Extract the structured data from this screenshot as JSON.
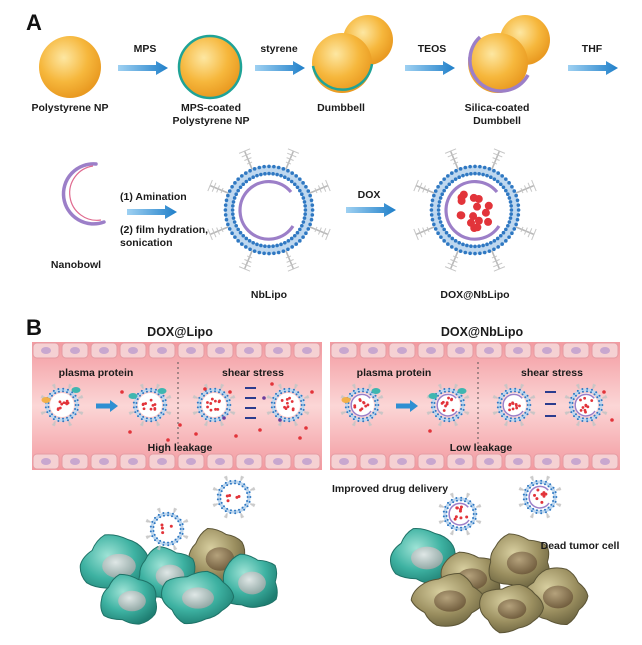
{
  "panel_a": {
    "letter": "A",
    "steps": [
      {
        "label": "Polystyrene NP"
      },
      {
        "label_line1": "MPS-coated",
        "label_line2": "Polystyrene NP"
      },
      {
        "label": "Dumbbell"
      },
      {
        "label_line1": "Silica-coated",
        "label_line2": "Dumbbell"
      }
    ],
    "arrows": [
      "MPS",
      "styrene",
      "TEOS",
      "THF"
    ],
    "nanobowl": "Nanobowl",
    "process_steps": [
      "(1) Amination",
      "(2)  film hydration,",
      "sonication"
    ],
    "nblipo": "NbLipo",
    "dox_arrow": "DOX",
    "dox_nblipo": "DOX@NbLipo"
  },
  "panel_b": {
    "letter": "B",
    "left": {
      "title": "DOX@Lipo",
      "plasma": "plasma protein",
      "shear": "shear stress",
      "leakage": "High leakage"
    },
    "right": {
      "title": "DOX@NbLipo",
      "plasma": "plasma protein",
      "shear": "shear stress",
      "leakage": "Low leakage"
    },
    "improved": "Improved drug delivery",
    "dead_cell": "Dead tumor cell"
  },
  "colors": {
    "sphere": "#f6b73c",
    "arrow": "#2e8fd2",
    "membrane": "#2f78c2",
    "bowl": "#9c7fc8",
    "vessel": "#f7b4b8",
    "tumor": "#3eb2a2",
    "dead_tumor": "#8a7f55",
    "drug": "#e2343a"
  }
}
